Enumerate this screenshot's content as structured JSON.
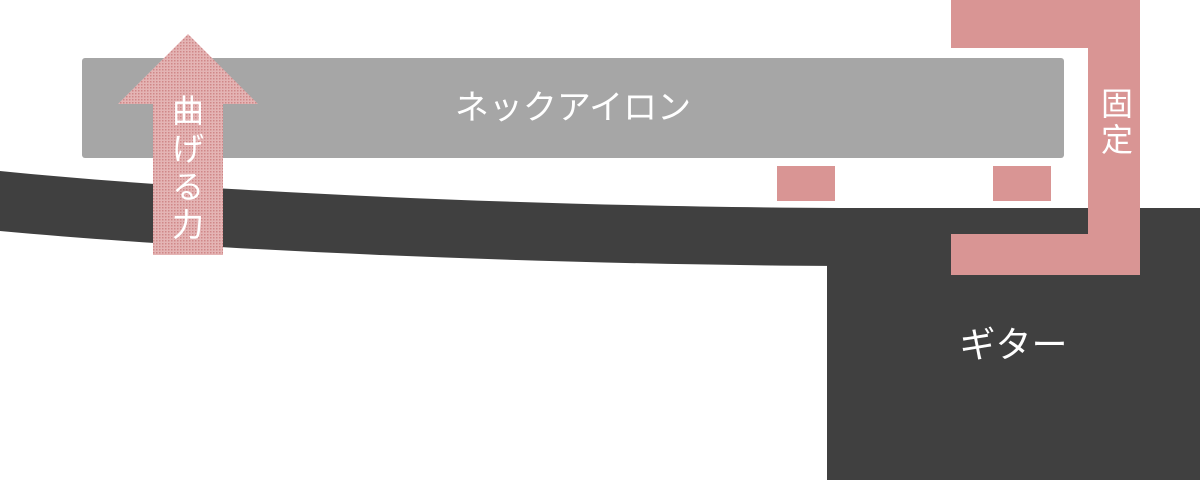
{
  "labels": {
    "neck_iron": "ネックアイロン",
    "guitar": "ギター",
    "fix": "固定",
    "bending_force": "曲げる力"
  },
  "colors": {
    "guitar_body": "#404040",
    "neck_iron": "#a6a6a6",
    "clamp": "#d99594",
    "label_text": "#ffffff",
    "background": "#ffffff"
  }
}
